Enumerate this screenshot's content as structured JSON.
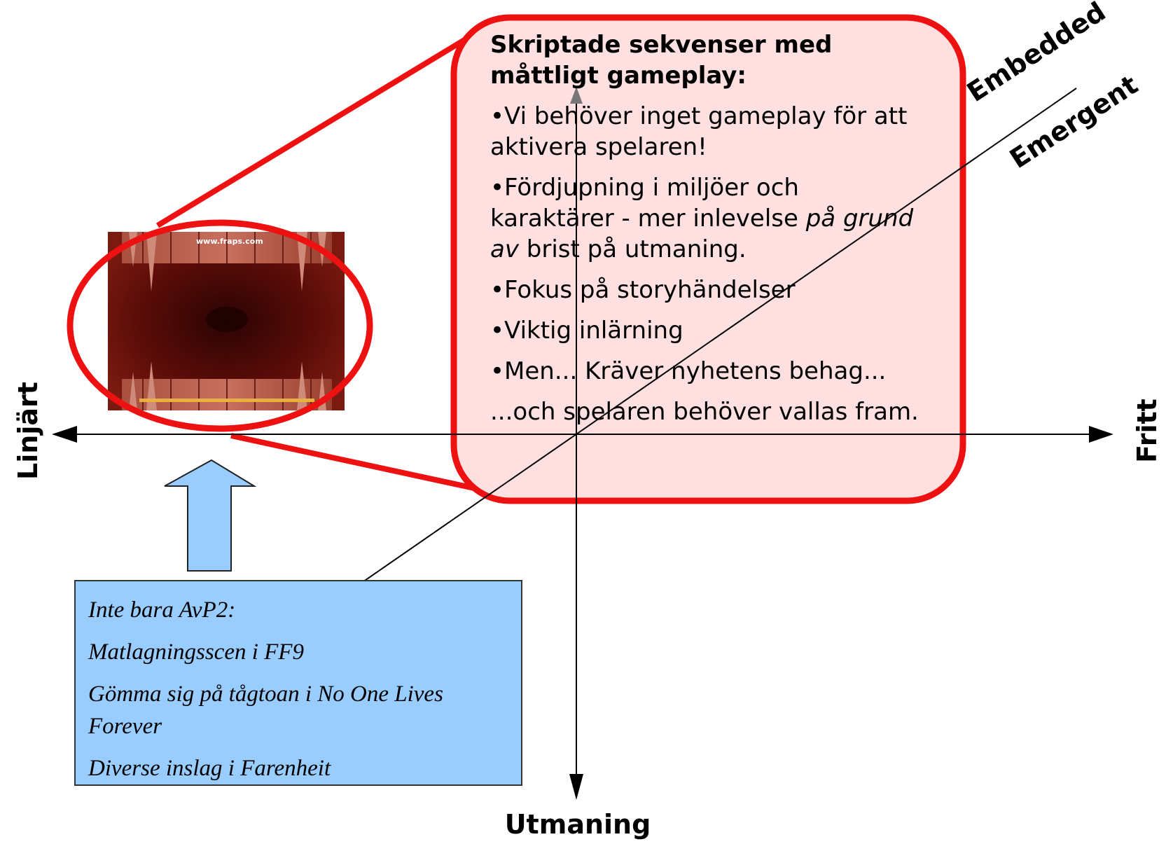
{
  "axes": {
    "left": "Linjärt",
    "right": "Fritt",
    "bottom": "Utmaning"
  },
  "diagonal": {
    "upper": "Embedded",
    "lower": "Emergent"
  },
  "callout": {
    "title": "Skriptade sekvenser med måttligt gameplay:",
    "item1": "•Vi behöver inget gameplay för att aktivera spelaren!",
    "item2_a": "•Fördjupning i miljöer och karaktärer - mer inlevelse ",
    "item2_b": "på grund av",
    "item2_c": " brist på utmaning.",
    "item3": "•Fokus på storyhändelser",
    "item4": "•Viktig inlärning",
    "item5": "•Men... Kräver nyhetens behag...",
    "item6": "...och spelaren behöver vallas fram."
  },
  "examples": {
    "line1": "Inte bara AvP2:",
    "line2": "Matlagningsscen i FF9",
    "line3": "Gömma sig på tågtoan i No One Lives Forever",
    "line4": "Diverse inslag i Farenheit"
  },
  "screenshot": {
    "watermark": "www.fraps.com"
  },
  "colors": {
    "highlight": "#ee1111",
    "callout_fill": "#ffe0e0",
    "box_fill": "#99ccff"
  }
}
